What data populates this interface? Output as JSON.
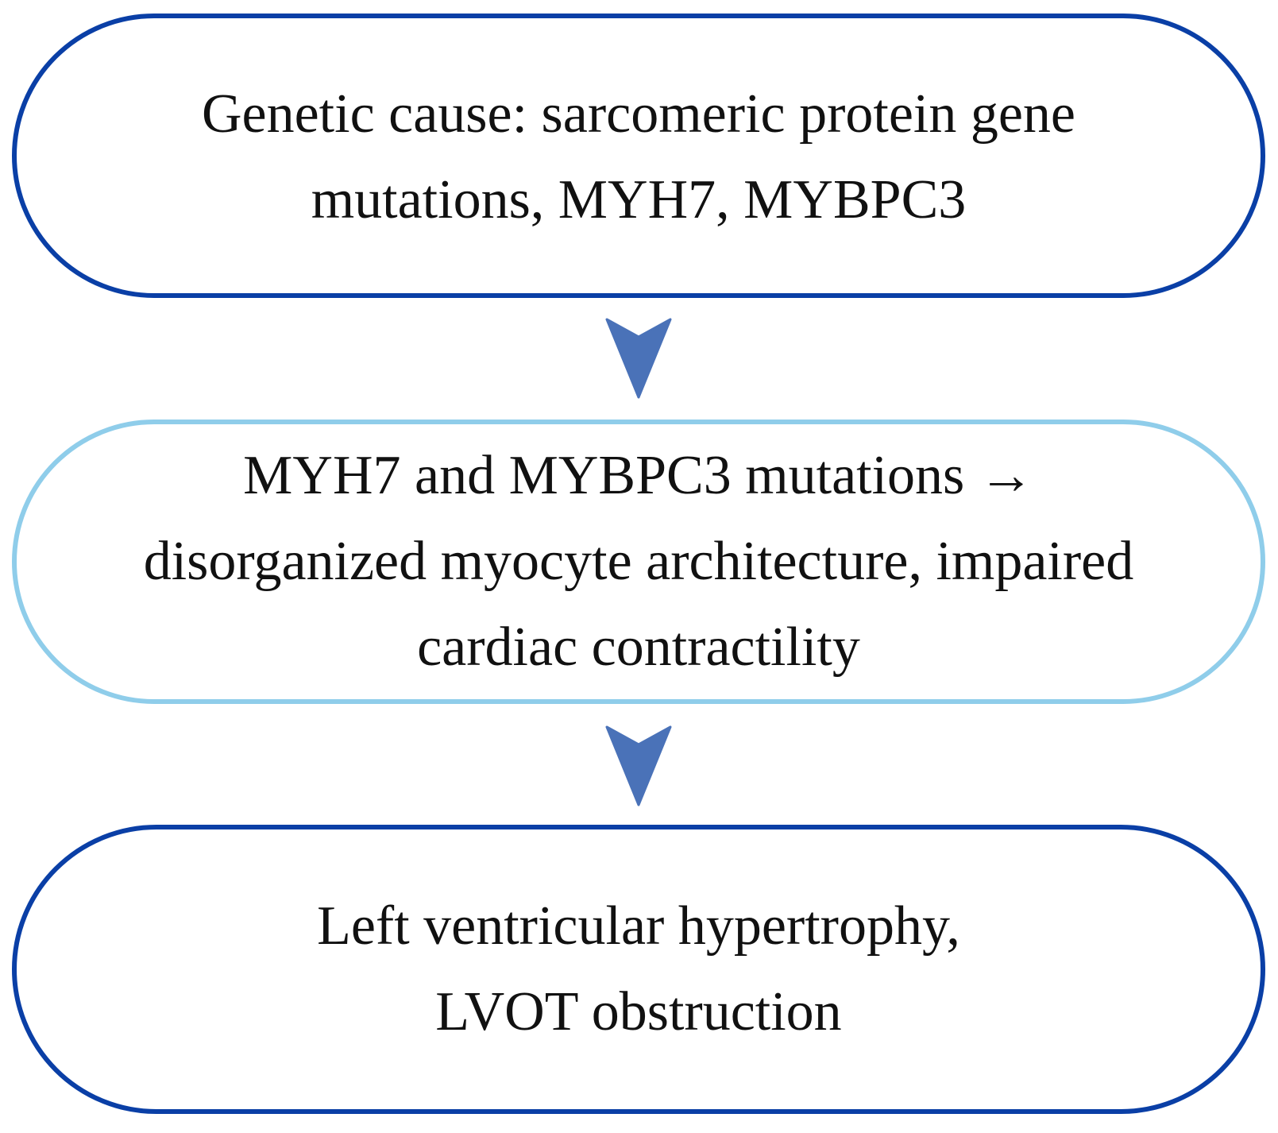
{
  "diagram": {
    "nodes": [
      {
        "id": "node-1",
        "lines": [
          "Genetic cause: sarcomeric protein gene",
          "mutations, MYH7, MYBPC3"
        ]
      },
      {
        "id": "node-2",
        "lines": [
          "MYH7 and MYBPC3 mutations →",
          "disorganized myocyte architecture, impaired",
          "cardiac contractility"
        ]
      },
      {
        "id": "node-3",
        "lines": [
          "Left ventricular hypertrophy,",
          "LVOT obstruction"
        ]
      }
    ],
    "edges": [
      {
        "from": "node-1",
        "to": "node-2"
      },
      {
        "from": "node-2",
        "to": "node-3"
      }
    ],
    "colors": {
      "border_dark": "#0a3fa6",
      "border_light": "#8fcdea",
      "arrow": "#4a72b8",
      "text": "#111111"
    }
  }
}
